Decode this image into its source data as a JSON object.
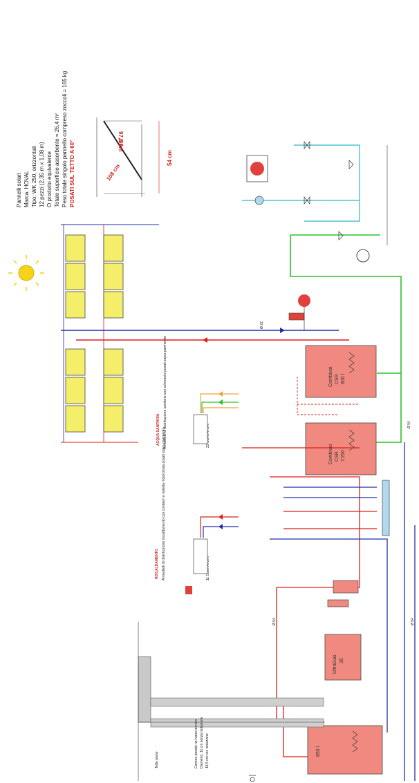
{
  "colors": {
    "supply_red": "#e01c1c",
    "return_blue": "#1f2ea8",
    "cold_green": "#2cc02c",
    "dhw_cyan": "#29b6c8",
    "gas_orange": "#f2a13a",
    "panel_yellow": "#f5ee6a",
    "tank_fill": "#f08a80",
    "sun_yellow": "#f6d21a"
  },
  "panel_notes": {
    "lines": [
      "Pannelli solari",
      "Marca: HOVAL",
      "Tipo: WK 250, orizzontali",
      "12 pezzi (2,35 m x 1,08 m)",
      "O prodotto equivalente",
      "Totale superficie assorbente = 26,4 m²",
      "Peso totale singolo pannello compreso zoccoli = 165 kg"
    ],
    "highlight": "POSATI SUL TETTO A 60°"
  },
  "tilt_sketch": {
    "angle": "60°",
    "length": "108 cm",
    "height": "97,5 cm",
    "base": "54 cm"
  },
  "tanks": [
    {
      "brand": "Combivai",
      "model": "CSR",
      "volume": "800 l"
    },
    {
      "brand": "Combivai",
      "model": "CSR",
      "volume": "1'250 l"
    },
    {
      "volume": "850 l"
    }
  ],
  "boiler": {
    "brand": "UltraGas",
    "model": "35"
  },
  "pipe_sizes": {
    "d22": "Ø 22",
    "d54": "Ø 54"
  },
  "acqua_sanitaria": {
    "title": "ACQUA SANITARIA",
    "desc": "Armadietti di distribuzione sanitario con scherasini posati sopra pavimento",
    "counter": "22 CONTATORI"
  },
  "riscaldamento": {
    "title": "RISCALDAMENTO",
    "desc": "Armadietti di distribuzione riscaldamento con contatori e valvola motorizzata posati sopra pavimento",
    "counter": "11 CONTATORI"
  },
  "chimney": {
    "desc1": "Camino posato nel vano tecnico",
    "desc2": "Diametro: 11 cm senza isolazione",
    "desc3": "18,5 cm con isolazione",
    "roof": "Tetto piano"
  }
}
